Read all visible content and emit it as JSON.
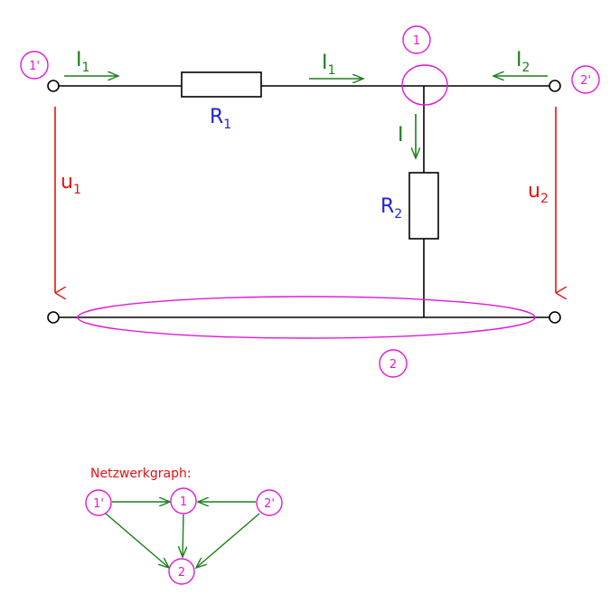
{
  "colors": {
    "wire": "#000000",
    "current": "#1a7f1a",
    "resistor_label": "#1f1fdd",
    "voltage": "#e81010",
    "node": "#e01ad8",
    "caption": "#e81010"
  },
  "circuit": {
    "nodes": [
      "1'",
      "1",
      "2'",
      "2"
    ],
    "currents": {
      "i1_left": {
        "base": "I",
        "sub": "1"
      },
      "i1_right": {
        "base": "I",
        "sub": "1"
      },
      "i2": {
        "base": "I",
        "sub": "2"
      },
      "i": "I"
    },
    "resistors": {
      "r1": {
        "base": "R",
        "sub": "1"
      },
      "r2": {
        "base": "R",
        "sub": "2"
      }
    },
    "voltages": {
      "u1": {
        "base": "u",
        "sub": "1"
      },
      "u2": {
        "base": "u",
        "sub": "2"
      }
    }
  },
  "graph": {
    "title": "Netzwerkgraph:",
    "nodes": [
      "1'",
      "1",
      "2'",
      "2"
    ],
    "edges": [
      {
        "from": "1'",
        "to": "1"
      },
      {
        "from": "2'",
        "to": "1"
      },
      {
        "from": "1",
        "to": "2"
      },
      {
        "from": "1'",
        "to": "2"
      },
      {
        "from": "2'",
        "to": "2"
      }
    ]
  }
}
